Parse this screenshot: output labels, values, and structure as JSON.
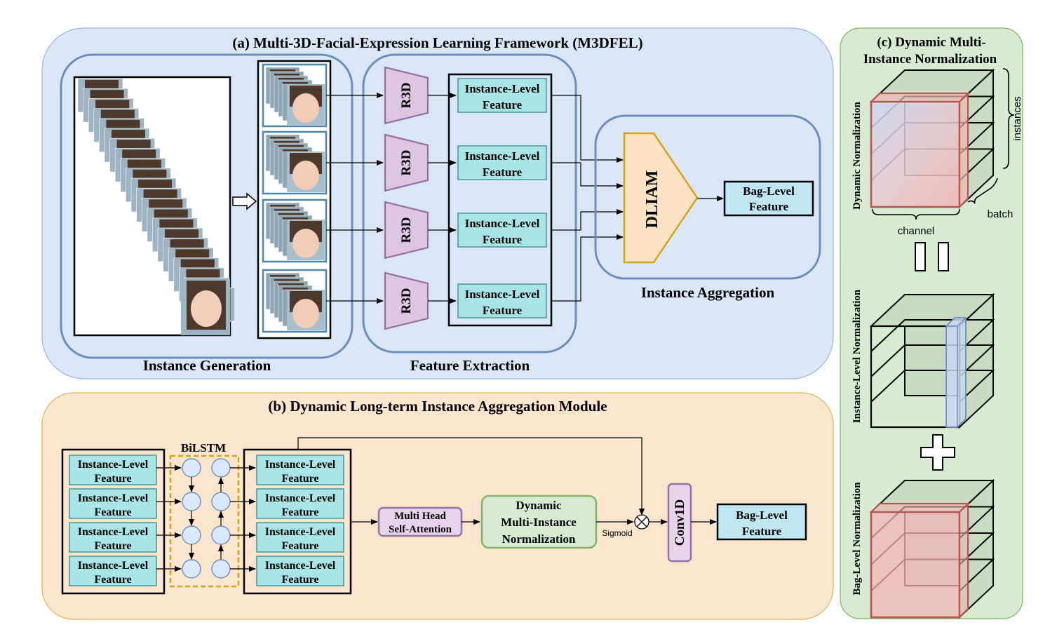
{
  "panel_a": {
    "title": "(a) Multi-3D-Facial-Expression Learning Framework (M3DFEL)",
    "instance_generation": "Instance Generation",
    "feature_extraction": "Feature Extraction",
    "instance_aggregation": "Instance Aggregation",
    "r3d": [
      "R3D",
      "R3D",
      "R3D",
      "R3D"
    ],
    "features": [
      {
        "l1": "Instance-Level",
        "l2": "Feature"
      },
      {
        "l1": "Instance-Level",
        "l2": "Feature"
      },
      {
        "l1": "Instance-Level",
        "l2": "Feature"
      },
      {
        "l1": "Instance-Level",
        "l2": "Feature"
      }
    ],
    "dliam": "DLIAM",
    "bag_feature": {
      "l1": "Bag-Level",
      "l2": "Feature"
    }
  },
  "panel_b": {
    "title": "(b) Dynamic Long-term Instance Aggregation Module",
    "bilstm": "BiLSTM",
    "input_features": [
      {
        "l1": "Instance-Level",
        "l2": "Feature"
      },
      {
        "l1": "Instance-Level",
        "l2": "Feature"
      },
      {
        "l1": "Instance-Level",
        "l2": "Feature"
      },
      {
        "l1": "Instance-Level",
        "l2": "Feature"
      }
    ],
    "output_features": [
      {
        "l1": "Instance-Level",
        "l2": "Feature"
      },
      {
        "l1": "Instance-Level",
        "l2": "Feature"
      },
      {
        "l1": "Instance-Level",
        "l2": "Feature"
      },
      {
        "l1": "Instance-Level",
        "l2": "Feature"
      }
    ],
    "mhsa": {
      "l1": "Multi Head",
      "l2": "Self-Attention"
    },
    "dmin": {
      "l1": "Dynamic",
      "l2": "Multi-Instance",
      "l3": "Normalization"
    },
    "sigmoid": "Sigmoid",
    "conv1d": "Conv1D",
    "bag_feature": {
      "l1": "Bag-Level",
      "l2": "Feature"
    }
  },
  "panel_c": {
    "title_l1": "(c) Dynamic Multi-",
    "title_l2": "Instance Normalization",
    "dynamic_norm": "Dynamic Normalization",
    "instance_norm": "Instance-Level Normalization",
    "bag_norm": "Bag-Level Normalization",
    "instances": "instances",
    "batch": "batch",
    "channel": "channel"
  },
  "colors": {
    "panel_a_bg": "#dbe7f7",
    "panel_b_bg": "#fce5cd",
    "panel_c_bg": "#d9ead3",
    "feature_box": "#a9e5e5",
    "r3d": "#dcc6e2",
    "dliam": "#fde3c4",
    "bag_box": "#bfe7f2",
    "dmin_border": "#82b366"
  },
  "icons": [
    "equals-icon",
    "plus-icon",
    "multiply-circle-icon",
    "hollow-arrow-icon"
  ]
}
